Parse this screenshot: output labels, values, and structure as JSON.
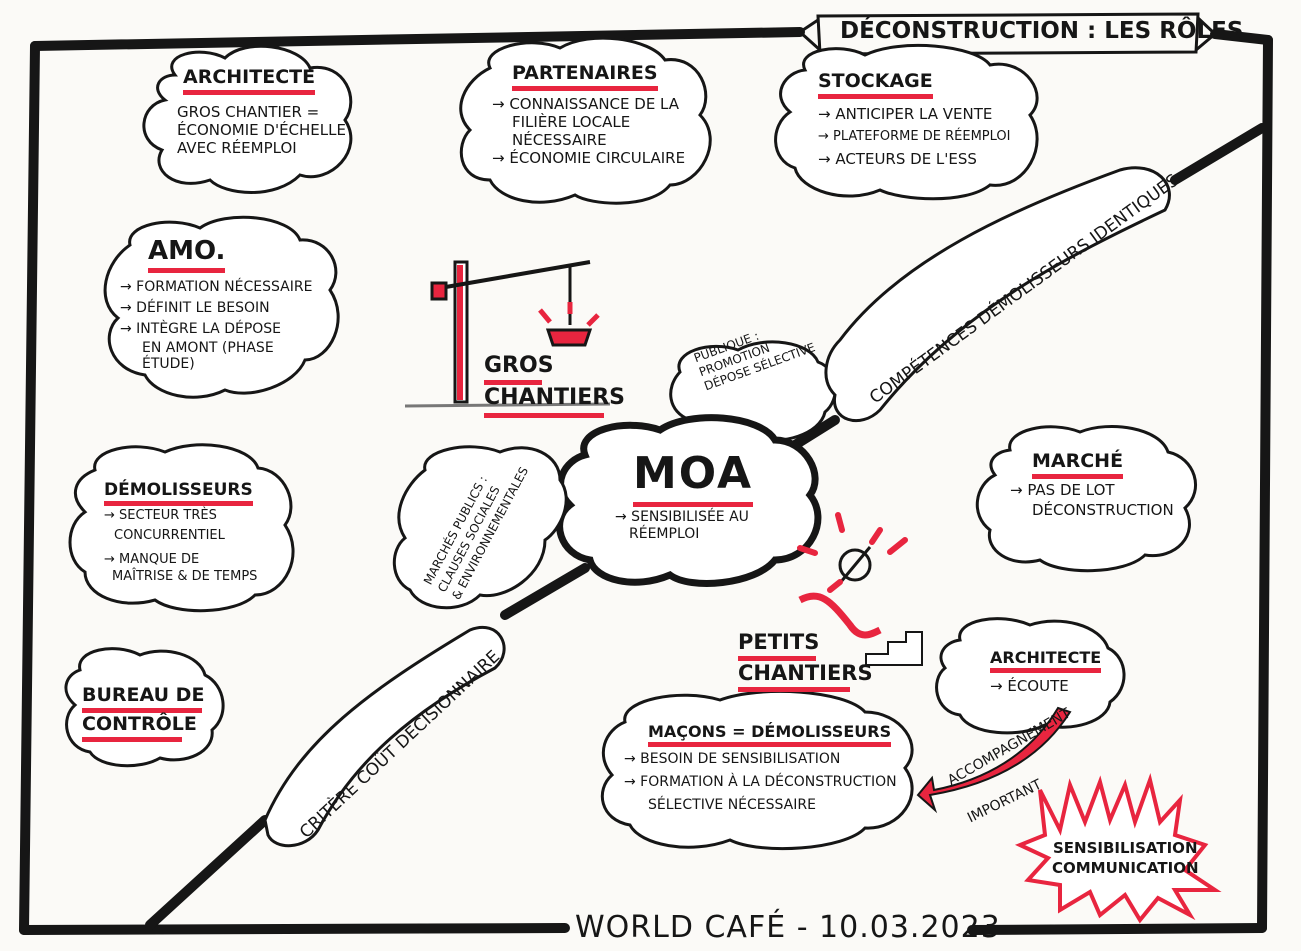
{
  "title": "DÉCONSTRUCTION : LES RÔLES",
  "footer": "WORLD CAFÉ - 10.03.2023",
  "colors": {
    "ink": "#161616",
    "accent": "#e8253f",
    "paper": "#fbfaf7"
  },
  "architecte_top": {
    "title": "ARCHITECTE",
    "lines": [
      "GROS CHANTIER =",
      "ÉCONOMIE D'ÉCHELLE",
      "AVEC RÉEMPLOI"
    ]
  },
  "partenaires": {
    "title": "PARTENAIRES",
    "lines": [
      "→ CONNAISSANCE DE LA",
      "FILIÈRE LOCALE",
      "NÉCESSAIRE",
      "→ ÉCONOMIE CIRCULAIRE"
    ]
  },
  "stockage": {
    "title": "STOCKAGE",
    "lines": [
      "→ ANTICIPER LA VENTE",
      "→ PLATEFORME DE RÉEMPLOI",
      "→ ACTEURS DE L'ESS"
    ]
  },
  "amo": {
    "title": "AMO.",
    "lines": [
      "→ FORMATION NÉCESSAIRE",
      "→ DÉFINIT LE BESOIN",
      "→ INTÈGRE LA DÉPOSE",
      "EN AMONT (PHASE",
      "ÉTUDE)"
    ]
  },
  "gros_chantiers": {
    "line1": "GROS",
    "line2": "CHANTIERS"
  },
  "publique": {
    "lines": [
      "PUBLIQUE :",
      "PROMOTION",
      "DÉPOSE SÉLECTIVE"
    ]
  },
  "competences": "COMPÉTENCES DÉMOLISSEURS IDENTIQUES",
  "moa": {
    "title": "MOA",
    "lines": [
      "→ SENSIBILISÉE AU",
      "RÉEMPLOI"
    ]
  },
  "marche": {
    "title": "MARCHÉ",
    "lines": [
      "→ PAS DE LOT",
      "DÉCONSTRUCTION"
    ]
  },
  "demolisseurs": {
    "title": "DÉMOLISSEURS",
    "lines": [
      "→ SECTEUR TRÈS",
      "CONCURRENTIEL",
      "→ MANQUE DE",
      "MAÎTRISE & DE TEMPS"
    ]
  },
  "marches_publics": {
    "lines": [
      "MARCHÉS PUBLICS :",
      "CLAUSES SOCIALES",
      "& ENVIRONNEMENTALES"
    ]
  },
  "bureau": {
    "line1": "BUREAU DE",
    "line2": "CONTRÔLE"
  },
  "critere": "CRITÈRE COÛT DÉCISIONNAIRE",
  "petits_chantiers": {
    "line1": "PETITS",
    "line2": "CHANTIERS"
  },
  "architecte_bottom": {
    "title": "ARCHITECTE",
    "lines": [
      "→ ÉCOUTE"
    ]
  },
  "macons": {
    "title": "MAÇONS = DÉMOLISSEURS",
    "lines": [
      "→ BESOIN DE SENSIBILISATION",
      "→ FORMATION À LA DÉCONSTRUCTION",
      "SÉLECTIVE NÉCESSAIRE"
    ]
  },
  "accompagnement": {
    "line1": "ACCOMPAGNEMENT",
    "line2": "IMPORTANT"
  },
  "sensibilisation": {
    "line1": "SENSIBILISATION",
    "line2": "COMMUNICATION"
  }
}
